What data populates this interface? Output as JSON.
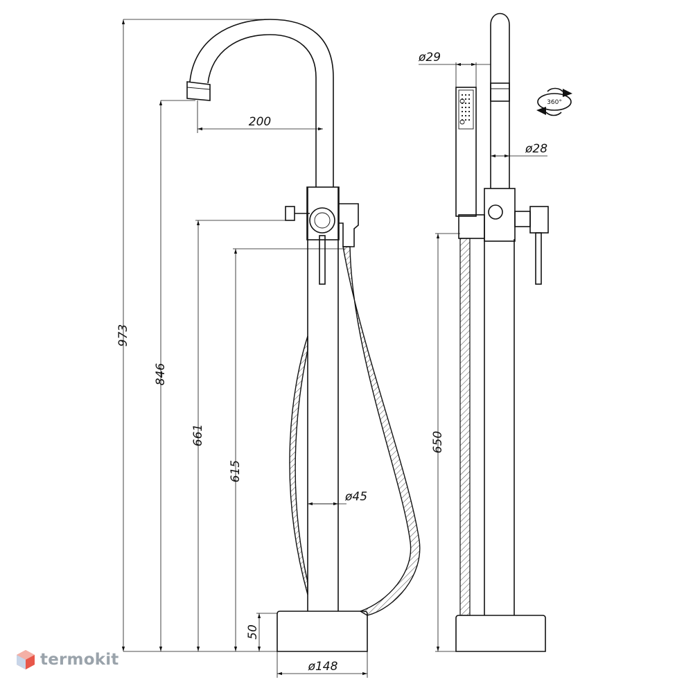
{
  "dimensions": {
    "total_height": "973",
    "spout_height": "846",
    "handle_height": "661",
    "hose_outlet_height": "615",
    "base_height": "50",
    "spout_reach": "200",
    "column_diameter": "ø45",
    "base_diameter": "ø148",
    "handshower_diameter": "ø29",
    "spout_pipe_diameter": "ø28",
    "side_handshower_height": "650"
  },
  "rotation": {
    "label": "360°"
  },
  "brand": {
    "name": "termokit",
    "icon": "hexagon-cube-icon",
    "color": "#9aa3ab",
    "accent": "#e8574a"
  }
}
